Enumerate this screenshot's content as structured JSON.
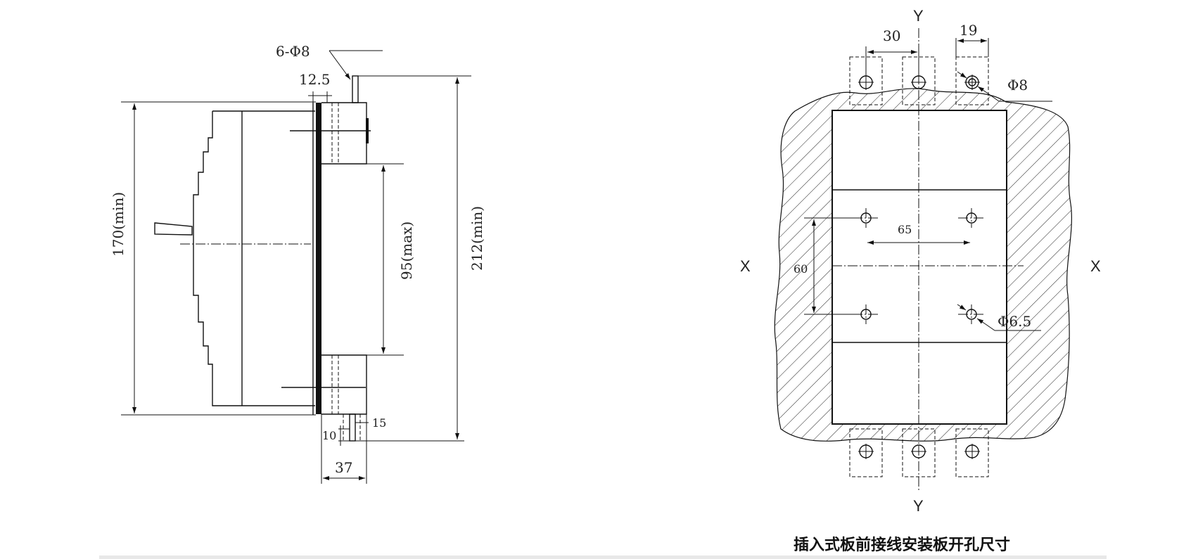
{
  "side_view": {
    "dim_holes": "6-Φ8",
    "dim_12_5": "12.5",
    "dim_170": "170(min)",
    "dim_95": "95(max)",
    "dim_212": "212(min)",
    "dim_15": "15",
    "dim_10": "10",
    "dim_37": "37"
  },
  "panel_view": {
    "axis_y_top": "Y",
    "axis_y_bottom": "Y",
    "axis_x_left": "X",
    "axis_x_right": "X",
    "dim_30": "30",
    "dim_19": "19",
    "dim_phi8": "Φ8",
    "dim_65": "65",
    "dim_60": "60",
    "dim_phi6_5": "Φ6.5",
    "caption": "插入式板前接线安装板开孔尺寸"
  }
}
